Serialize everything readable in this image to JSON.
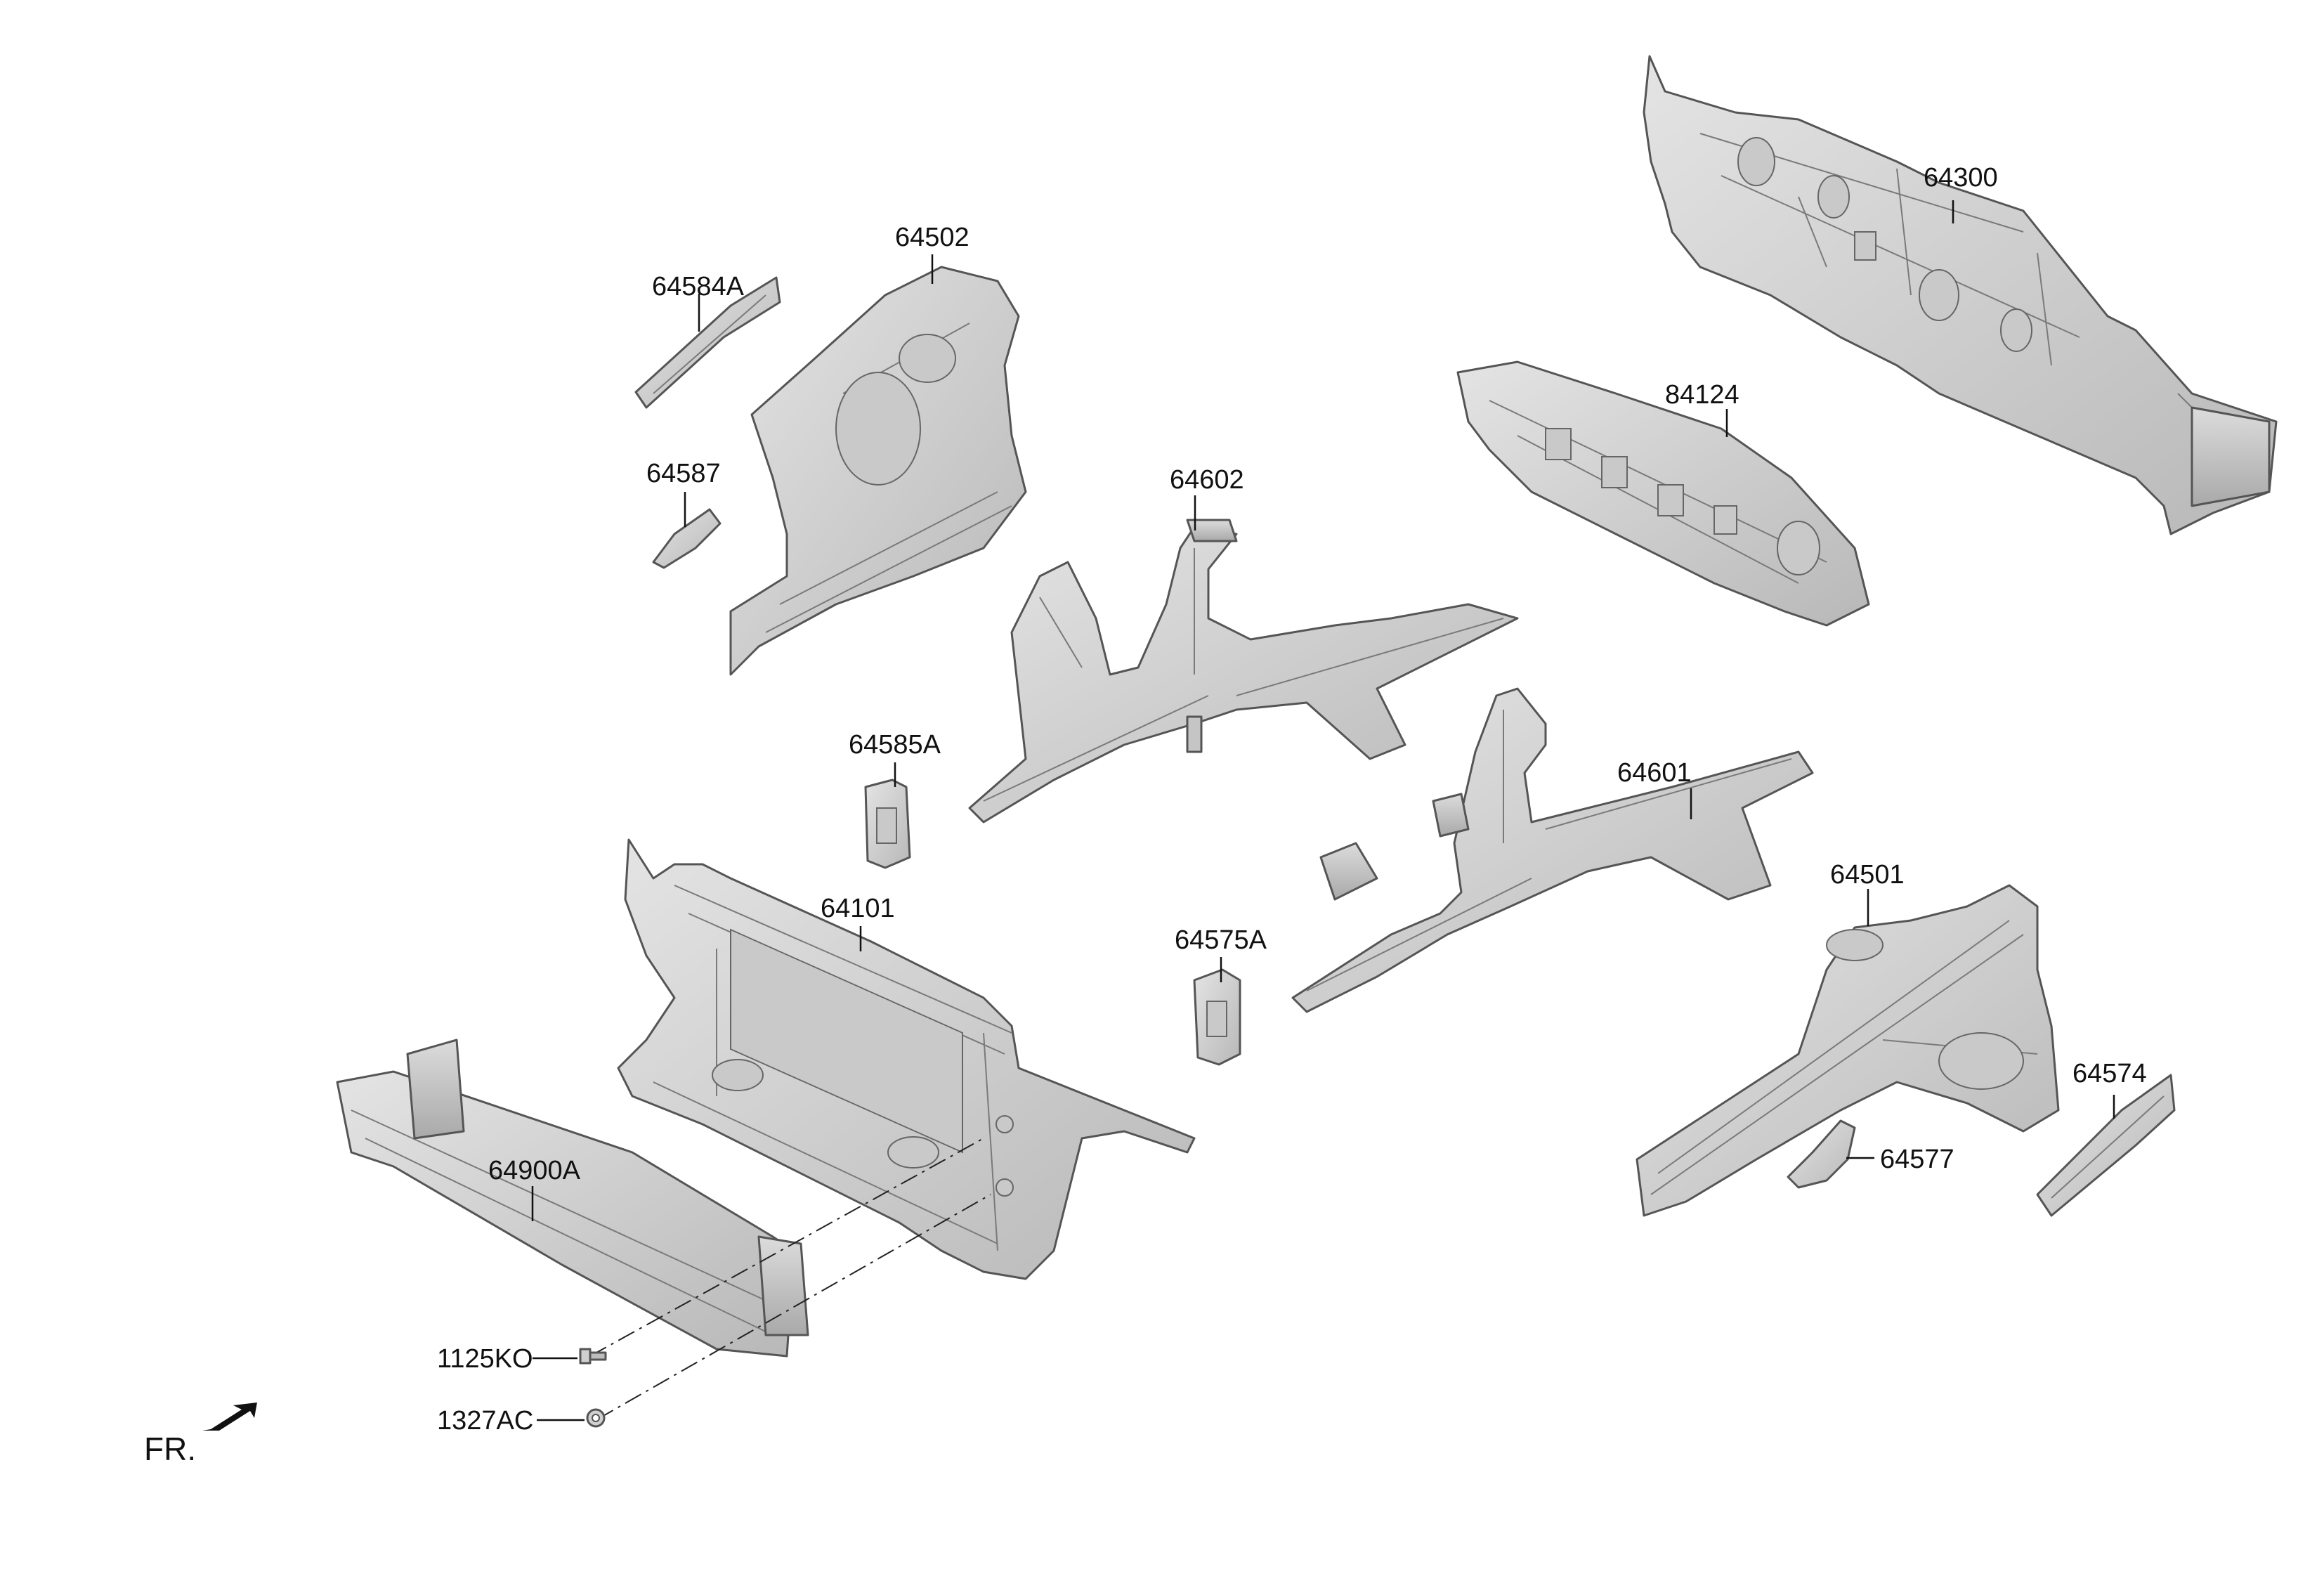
{
  "diagram": {
    "colors": {
      "part_fill": "#d6d6d6",
      "part_shade": "#b9b9b9",
      "part_edge": "#555555",
      "label": "#111111",
      "background": "#ffffff"
    },
    "labels": {
      "p64300": "64300",
      "p84124": "84124",
      "p64502": "64502",
      "p64584A": "64584A",
      "p64587": "64587",
      "p64602": "64602",
      "p64585A": "64585A",
      "p64601": "64601",
      "p64101": "64101",
      "p64575A": "64575A",
      "p64501": "64501",
      "p64574": "64574",
      "p64577": "64577",
      "p64900A": "64900A",
      "p1125KO": "1125KO",
      "p1327AC": "1327AC"
    },
    "direction_marker": {
      "text": "FR.",
      "icon": "front-direction-arrow-icon"
    }
  }
}
